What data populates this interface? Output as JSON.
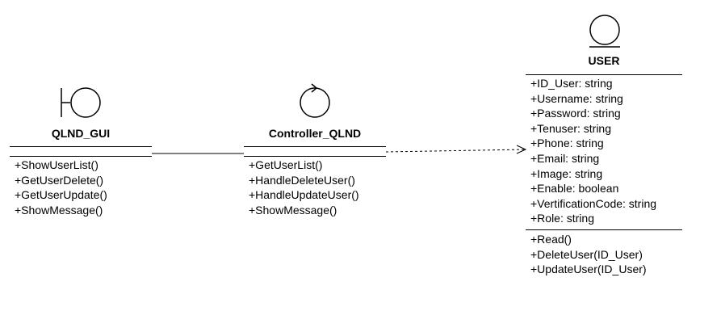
{
  "classes": {
    "gui": {
      "name": "QLND_GUI",
      "attributes": [],
      "methods": [
        "+ShowUserList()",
        "+GetUserDelete()",
        "+GetUserUpdate()",
        "+ShowMessage()"
      ]
    },
    "controller": {
      "name": "Controller_QLND",
      "attributes": [],
      "methods": [
        "+GetUserList()",
        "+HandleDeleteUser()",
        "+HandleUpdateUser()",
        "+ShowMessage()"
      ]
    },
    "user": {
      "name": "USER",
      "attributes": [
        "+ID_User: string",
        "+Username: string",
        "+Password: string",
        "+Tenuser: string",
        "+Phone: string",
        "+Email: string",
        "+Image: string",
        "+Enable: boolean",
        "+VertificationCode: string",
        "+Role: string"
      ],
      "methods": [
        "+Read()",
        "+DeleteUser(ID_User)",
        "+UpdateUser(ID_User)"
      ]
    }
  },
  "stereotype_icons": {
    "gui": "boundary-icon",
    "controller": "control-icon",
    "user": "entity-icon"
  },
  "relations": [
    {
      "from": "gui",
      "to": "controller",
      "style": "solid-association"
    },
    {
      "from": "controller",
      "to": "user",
      "style": "dashed-dependency"
    }
  ],
  "colors": {
    "line": "#000000",
    "background": "#ffffff"
  }
}
